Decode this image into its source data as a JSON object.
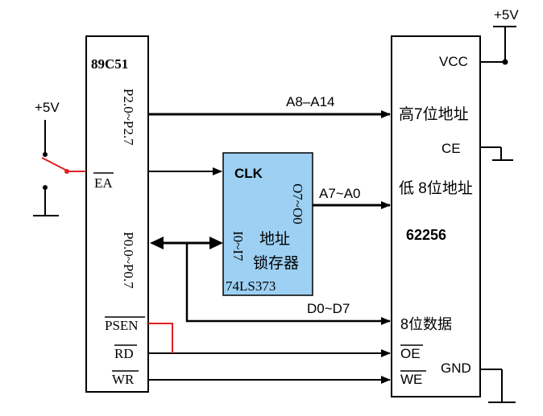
{
  "mcu": {
    "name": "89C51",
    "port2": "P2.0~P2.7",
    "port0": "P0.0~P0.7",
    "ea": "EA",
    "psen": "PSEN",
    "rd": "RD",
    "wr": "WR"
  },
  "latch": {
    "clk": "CLK",
    "out": "O7~O0",
    "in": "I0~I7",
    "title_line1": "地址",
    "title_line2": "锁存器",
    "part": "74LS373",
    "fill": "#9dd0f2"
  },
  "ram": {
    "vcc": "VCC",
    "high_addr": "高7位地址",
    "ce": "CE",
    "low_addr": "低 8位地址",
    "part": "62256",
    "data": "8位数据",
    "oe": "OE",
    "we": "WE",
    "gnd": "GND"
  },
  "buses": {
    "a8_a14": "A8–A14",
    "a7_a0": "A7~A0",
    "d0_d7": "D0~D7"
  },
  "power": {
    "left": "+5V",
    "right": "+5V"
  },
  "colors": {
    "wire": "#000000",
    "red": "#e02020"
  }
}
